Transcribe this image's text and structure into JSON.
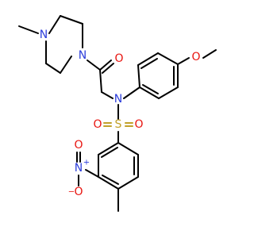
{
  "colors": {
    "carbon": "#000000",
    "nitrogen": "#2d3edb",
    "oxygen": "#e8140f",
    "sulfur": "#c2a12a"
  },
  "atoms": {
    "piperazine_n_top": "N",
    "piperazine_n_amide": "N",
    "carbonyl_o": "O",
    "methoxy_o": "O",
    "sulfonamide_n": "N",
    "sulfonyl_s": "S",
    "sulfonyl_o_left": "O",
    "sulfonyl_o_right": "O",
    "nitro_n": "N",
    "nitro_o_top": "O",
    "nitro_o_bottom": "O",
    "nitro_n_charge": "+",
    "nitro_o_charge": "−"
  }
}
